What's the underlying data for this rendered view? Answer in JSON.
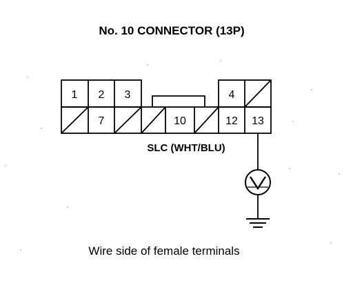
{
  "diagram": {
    "title": "No. 10 CONNECTOR (13P)",
    "wire_label": "SLC (WHT/BLU)",
    "caption": "Wire side of female terminals",
    "meter_icon": "voltmeter-icon",
    "ground_icon": "ground-icon",
    "top_row": [
      "1",
      "2",
      "3",
      "",
      "",
      "",
      "",
      "4",
      "/"
    ],
    "bottom_row": [
      "/",
      "7",
      "/",
      "/",
      "10",
      "/",
      "12",
      "13"
    ],
    "colors": {
      "ink": "#000000",
      "background": "#ffffff"
    }
  }
}
